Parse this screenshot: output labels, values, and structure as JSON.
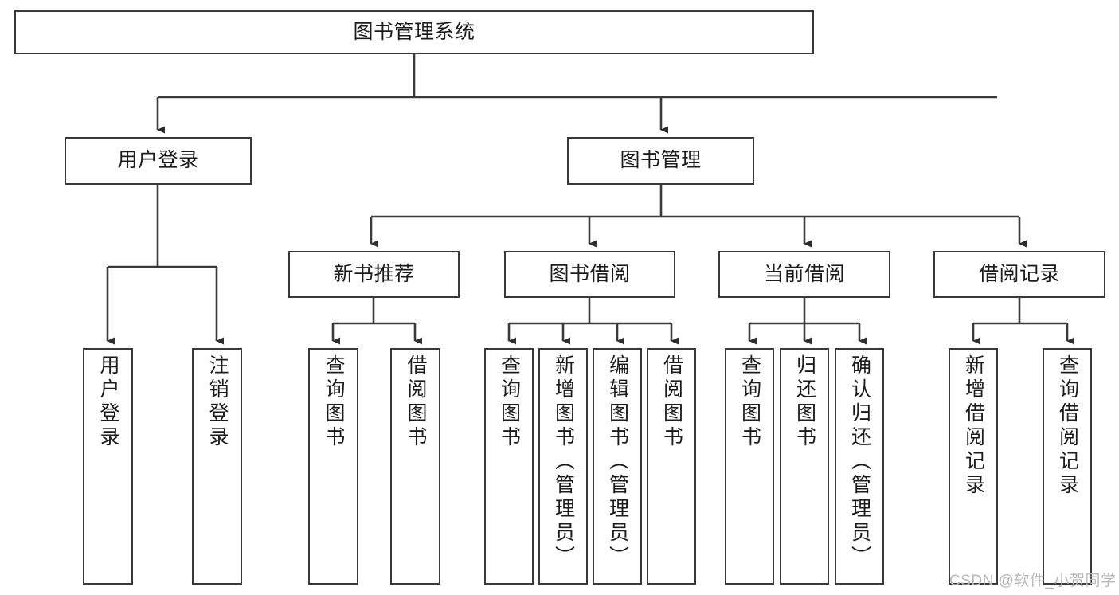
{
  "diagram": {
    "title": "图书管理系统",
    "type": "tree-hierarchy",
    "orientation": "top-down",
    "colors": {
      "node_border": "#3a3a3a",
      "node_fill": "#ffffff",
      "edge": "#3a3a3a",
      "text": "#1c1c1c",
      "watermark": "#b9b9b9",
      "background": "#ffffff"
    }
  },
  "nodes": {
    "root": {
      "label": "图书管理系统"
    },
    "level2": [
      {
        "label": "用户登录"
      },
      {
        "label": "图书管理"
      }
    ],
    "level3": [
      {
        "label": "新书推荐"
      },
      {
        "label": "图书借阅"
      },
      {
        "label": "当前借阅"
      },
      {
        "label": "借阅记录"
      }
    ],
    "leaves": {
      "user_login": [
        {
          "label": "用户登录"
        },
        {
          "label": "注销登录"
        }
      ],
      "new_book_recommend": [
        {
          "label": "查询图书"
        },
        {
          "label": "借阅图书"
        }
      ],
      "book_borrow": [
        {
          "label": "查询图书"
        },
        {
          "label": "新增图书（管理员）"
        },
        {
          "label": "编辑图书（管理员）"
        },
        {
          "label": "借阅图书"
        }
      ],
      "current_borrow": [
        {
          "label": "查询图书"
        },
        {
          "label": "归还图书"
        },
        {
          "label": "确认归还（管理员）"
        }
      ],
      "borrow_record": [
        {
          "label": "新增借阅记录"
        },
        {
          "label": "查询借阅记录"
        }
      ]
    }
  },
  "watermark": {
    "text": "CSDN @软件_小贺同学"
  }
}
